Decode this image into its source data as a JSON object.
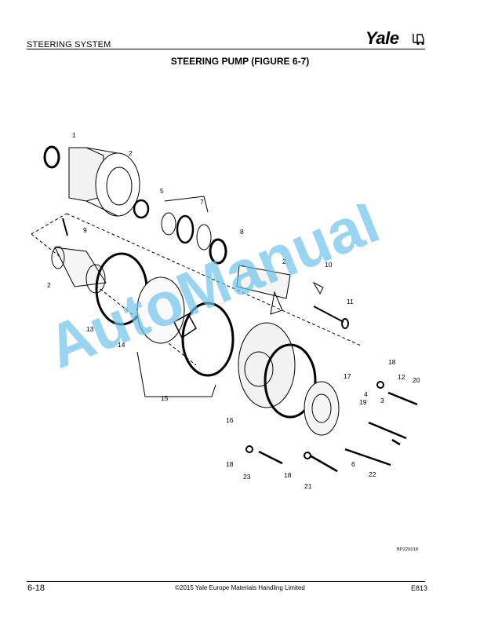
{
  "header": {
    "section": "STEERING SYSTEM",
    "logo_text": "Yale",
    "title": "STEERING PUMP (FIGURE 6-7)"
  },
  "watermark": {
    "text": "AutoManual",
    "color": "#6ec3ea"
  },
  "figure": {
    "callouts": [
      "1",
      "2",
      "5",
      "7",
      "9",
      "8",
      "2",
      "10",
      "2",
      "11",
      "13",
      "14",
      "15",
      "16",
      "17",
      "18",
      "12",
      "20",
      "4",
      "19",
      "3",
      "6",
      "22",
      "18",
      "23",
      "18",
      "21"
    ],
    "figure_id": "BP220018"
  },
  "footer": {
    "page": "6-18",
    "copyright": "©2015 Yale Europe Materials Handling Limited",
    "code": "E813"
  }
}
